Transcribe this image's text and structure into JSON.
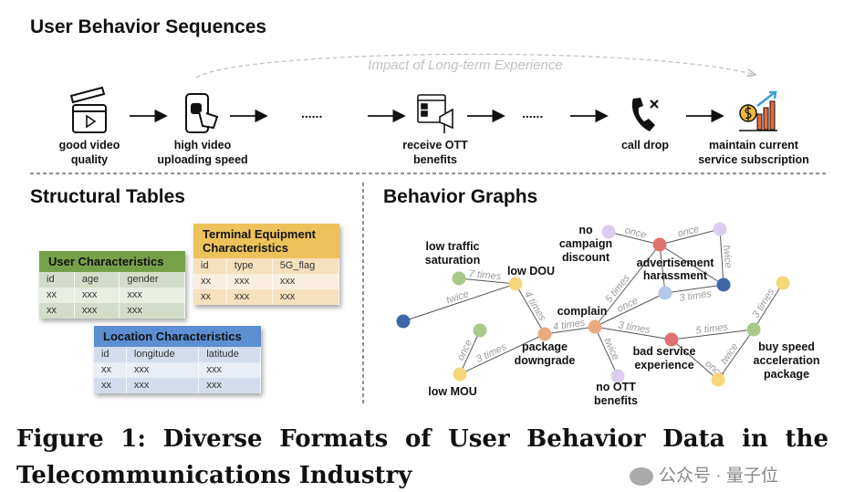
{
  "sequences": {
    "title": "User Behavior Sequences",
    "arc_label": "Impact of Long-term Experience",
    "ellipsis": "......",
    "steps": [
      {
        "icon": "clapperboard-icon",
        "label1": "good video",
        "label2": "quality"
      },
      {
        "icon": "phone-touch-icon",
        "label1": "high video",
        "label2": "uploading speed"
      },
      {
        "icon": "megaphone-webpage-icon",
        "label1": "receive OTT",
        "label2": "benefits"
      },
      {
        "icon": "call-drop-icon",
        "label1": "call drop",
        "label2": ""
      },
      {
        "icon": "money-growth-chart-icon",
        "label1": "maintain current",
        "label2": "service subscription"
      }
    ]
  },
  "tables": {
    "title": "Structural Tables",
    "user": {
      "title": "User Characteristics",
      "color": "#76a14a",
      "headers": [
        "id",
        "age",
        "gender"
      ],
      "rows": [
        [
          "xx",
          "xxx",
          "xxx"
        ],
        [
          "xx",
          "xxx",
          "xxx"
        ]
      ]
    },
    "terminal": {
      "title1": "Terminal Equipment",
      "title2": "Characteristics",
      "color": "#eec25a",
      "headers": [
        "id",
        "type",
        "5G_flag"
      ],
      "rows": [
        [
          "xx",
          "xxx",
          "xxx"
        ],
        [
          "xx",
          "xxx",
          "xxx"
        ]
      ]
    },
    "location": {
      "title": "Location Characteristics",
      "color": "#5b8fd1",
      "headers": [
        "id",
        "longitude",
        "latitude"
      ],
      "rows": [
        [
          "xx",
          "xxx",
          "xxx"
        ],
        [
          "xx",
          "xxx",
          "xxx"
        ]
      ]
    }
  },
  "graph": {
    "title": "Behavior Graphs",
    "node_labels": {
      "low_traffic": [
        "low traffic",
        "saturation"
      ],
      "low_dou": [
        "low DOU"
      ],
      "no_campaign": [
        "no",
        "campaign",
        "discount"
      ],
      "advertisement": [
        "advertisement",
        "harassment"
      ],
      "complain": [
        "complain"
      ],
      "package_downgrade": [
        "package",
        "downgrade"
      ],
      "low_mou": [
        "low MOU"
      ],
      "no_ott": [
        "no OTT",
        "benefits"
      ],
      "bad_service": [
        "bad service",
        "experience"
      ],
      "buy_speed": [
        "buy speed",
        "acceleration",
        "package"
      ]
    },
    "edges": [
      {
        "from": "low_traffic",
        "to": "low_dou",
        "label": "7 times"
      },
      {
        "from": "low_dou",
        "to": "blue_left",
        "label": "twice"
      },
      {
        "from": "low_dou",
        "to": "package_downgrade",
        "label": "4 times"
      },
      {
        "from": "green_mou",
        "to": "low_mou",
        "label": "once"
      },
      {
        "from": "low_mou",
        "to": "package_downgrade",
        "label": "3 times"
      },
      {
        "from": "package_downgrade",
        "to": "complain",
        "label": "4 times"
      },
      {
        "from": "complain",
        "to": "no_ott",
        "label": "twice"
      },
      {
        "from": "complain",
        "to": "advertisement",
        "label": "5 times"
      },
      {
        "from": "complain",
        "to": "lightblue",
        "label": "once"
      },
      {
        "from": "lightblue",
        "to": "blue_right",
        "label": "3 times"
      },
      {
        "from": "no_campaign",
        "to": "advertisement",
        "label": "once"
      },
      {
        "from": "advertisement",
        "to": "lilac_tr",
        "label": "once"
      },
      {
        "from": "lilac_tr",
        "to": "blue_right",
        "label": "twice"
      },
      {
        "from": "advertisement",
        "to": "blue_right",
        "label": ""
      },
      {
        "from": "advertisement",
        "to": "lightblue",
        "label": ""
      },
      {
        "from": "complain",
        "to": "bad_service",
        "label": "3 times"
      },
      {
        "from": "bad_service",
        "to": "buy_speed",
        "label": "5 times"
      },
      {
        "from": "bad_service",
        "to": "yellow_bottom",
        "label": "once"
      },
      {
        "from": "yellow_bottom",
        "to": "buy_speed",
        "label": "twice"
      },
      {
        "from": "buy_speed",
        "to": "yellow_top",
        "label": "3 times"
      }
    ],
    "node_colors": {
      "green": "#a9c98a",
      "yellow": "#f5d77a",
      "darkblue": "#3d68a6",
      "lilac": "#dccdf0",
      "red": "#e0716d",
      "orange": "#e9aa80",
      "lightblue": "#b5c7e6"
    }
  },
  "caption": {
    "line1": "Figure 1: Diverse Formats of User Behavior Data in the",
    "line2": "Telecommunications Industry"
  },
  "watermark": "公众号 · 量子位"
}
